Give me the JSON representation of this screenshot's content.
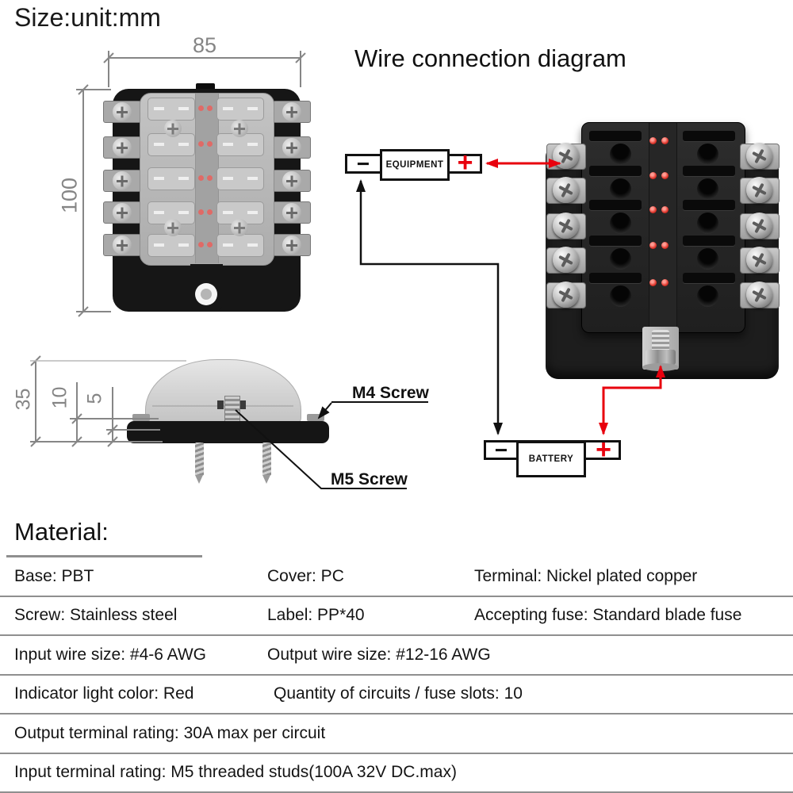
{
  "page": {
    "size_title": "Size:unit:mm",
    "wire_title": "Wire connection diagram"
  },
  "top_view": {
    "dim_width": "85",
    "dim_height": "100"
  },
  "side_view": {
    "dim_total": "35",
    "dim_mid": "10",
    "dim_small": "5",
    "m4_label": "M4 Screw",
    "m5_label": "M5 Screw"
  },
  "wire_diagram": {
    "equipment": {
      "name": "EQUIPMENT",
      "minus": "−",
      "plus": "+"
    },
    "battery": {
      "name": "BATTERY",
      "minus": "−",
      "plus": "+"
    }
  },
  "materials": {
    "heading": "Material:",
    "rows": [
      {
        "c1": "Base: PBT",
        "c2": "Cover: PC",
        "c3": "Terminal: Nickel plated copper"
      },
      {
        "c1": "Screw: Stainless steel",
        "c2": "Label: PP*40",
        "c3": "Accepting fuse: Standard blade fuse"
      },
      {
        "c1": "Input wire size: #4-6 AWG",
        "c2": "Output wire size: #12-16 AWG"
      },
      {
        "c1": "Indicator light color: Red",
        "c2": "Quantity of circuits / fuse slots: 10"
      },
      {
        "c1": "Output terminal rating: 30A max per circuit"
      },
      {
        "c1": "Input terminal rating: M5 threaded studs(100A 32V DC.max)"
      }
    ]
  },
  "colors": {
    "wire_red": "#e8000d",
    "dim_gray": "#868686",
    "led_red": "#e0352b"
  }
}
